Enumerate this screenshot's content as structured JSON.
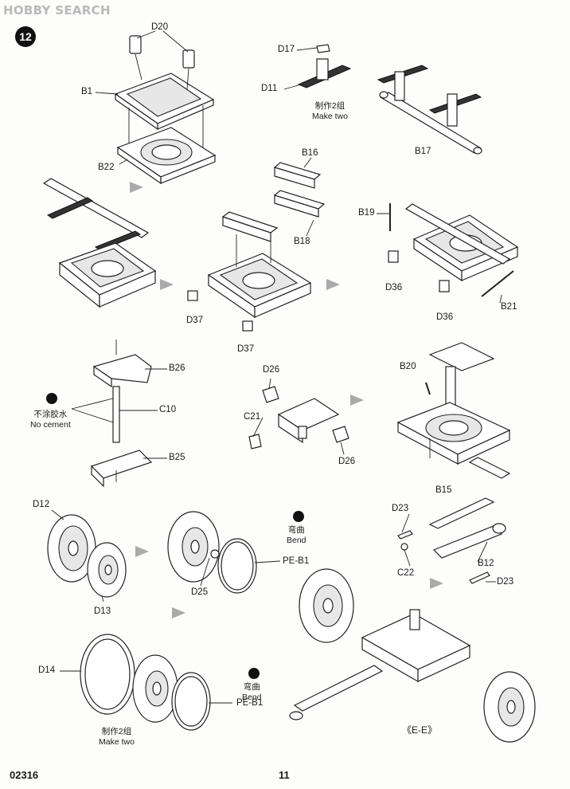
{
  "watermark": "HOBBY SEARCH",
  "step_number": "12",
  "footer": {
    "product_code": "02316",
    "page_number": "11"
  },
  "notes": {
    "make_two_cn": "制作2组",
    "make_two_en": "Make two",
    "no_cement_cn": "不涂胶水",
    "no_cement_en": "No cement",
    "bend_cn": "弯曲",
    "bend_en": "Bend",
    "section": "《E-E》"
  },
  "parts": {
    "d20": "D20",
    "b1": "B1",
    "b22": "B22",
    "d17": "D17",
    "d11": "D11",
    "b17": "B17",
    "b16": "B16",
    "b18": "B18",
    "b19": "B19",
    "d36": "D36",
    "b21": "B21",
    "d37": "D37",
    "b26": "B26",
    "c10": "C10",
    "b25": "B25",
    "d26": "D26",
    "c21": "C21",
    "b20": "B20",
    "d12": "D12",
    "d13": "D13",
    "d25": "D25",
    "pe_b1": "PE-B1",
    "b15": "B15",
    "d23": "D23",
    "c22": "C22",
    "b12": "B12",
    "d14": "D14"
  }
}
